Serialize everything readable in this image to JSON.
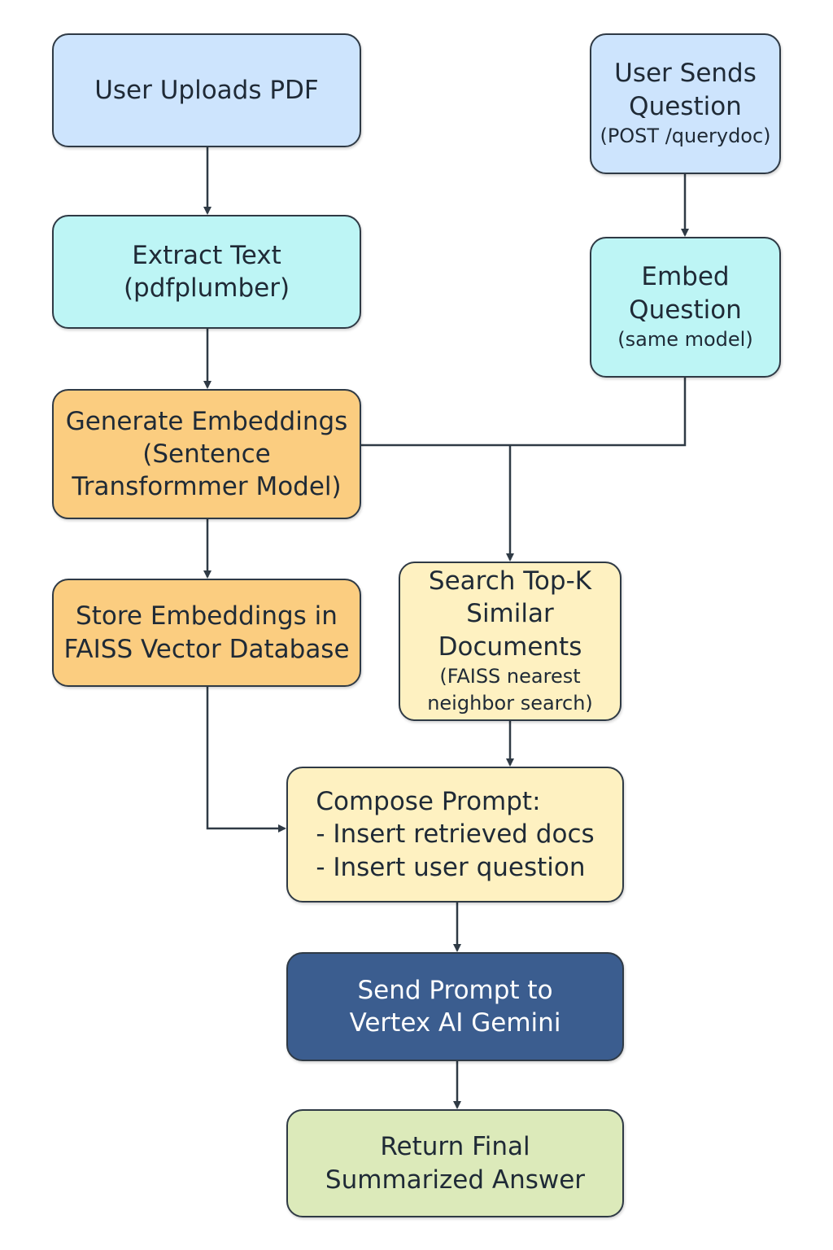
{
  "nodes": {
    "upload": {
      "main": "User Uploads PDF",
      "sub": ""
    },
    "question": {
      "main": "User Sends\nQuestion",
      "sub": "(POST /querydoc)"
    },
    "extract": {
      "main": "Extract Text\n(pdfplumber)",
      "sub": ""
    },
    "embedq": {
      "main": "Embed\nQuestion",
      "sub": "(same model)"
    },
    "generate": {
      "main": "Generate Embeddings\n(Sentence\nTransformmer Model)",
      "sub": ""
    },
    "store": {
      "main": "Store Embeddings in\nFAISS Vector Database",
      "sub": ""
    },
    "search": {
      "main": "Search Top-K\nSimilar Documents",
      "sub": "(FAISS nearest\nneighbor search)"
    },
    "compose": {
      "main": "Compose Prompt:\n- Insert retrieved docs\n- Insert user question",
      "sub": ""
    },
    "send": {
      "main": "Send Prompt to\nVertex AI Gemini",
      "sub": ""
    },
    "return": {
      "main": "Return Final\nSummarized Answer",
      "sub": ""
    }
  },
  "colors": {
    "blue": "#cde4fd",
    "cyan": "#bdf5f5",
    "orange": "#fbcd80",
    "yellow": "#fef1c1",
    "navy": "#3b5d8f",
    "green": "#dceaba",
    "stroke": "#2f3a45"
  }
}
